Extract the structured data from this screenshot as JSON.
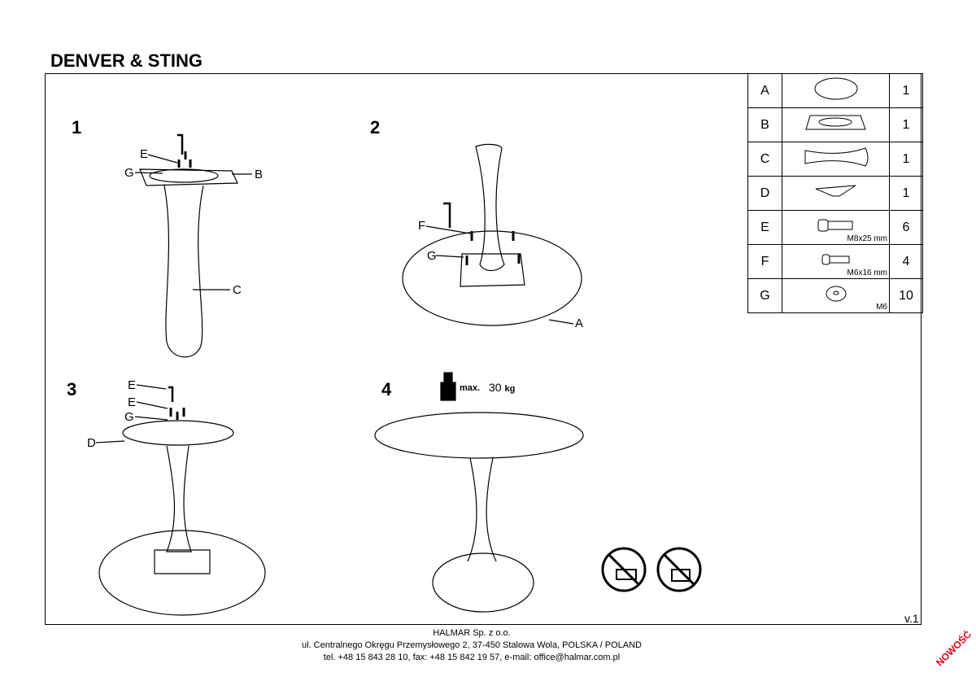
{
  "title": "DENVER & STING",
  "steps": [
    "1",
    "2",
    "3",
    "4"
  ],
  "labels": {
    "s1": [
      "E",
      "G",
      "B",
      "C"
    ],
    "s2": [
      "F",
      "G",
      "A"
    ],
    "s3": [
      "E",
      "E",
      "G",
      "D"
    ]
  },
  "load": {
    "max": "max.",
    "value": "30",
    "unit": "kg"
  },
  "parts": [
    {
      "letter": "A",
      "qty": "1",
      "size": ""
    },
    {
      "letter": "B",
      "qty": "1",
      "size": ""
    },
    {
      "letter": "C",
      "qty": "1",
      "size": ""
    },
    {
      "letter": "D",
      "qty": "1",
      "size": ""
    },
    {
      "letter": "E",
      "qty": "6",
      "size": "M8x25 mm"
    },
    {
      "letter": "F",
      "qty": "4",
      "size": "M6x16 mm"
    },
    {
      "letter": "G",
      "qty": "10",
      "size": "M6"
    }
  ],
  "version": "v.1",
  "footer": [
    "HALMAR Sp. z o.o.",
    "ul. Centralnego Okręgu Przemysłowego 2, 37-450 Stalowa Wola, POLSKA / POLAND",
    "tel. +48 15 843 28 10, fax: +48 15 842 19 57, e-mail: office@halmar.com.pl"
  ],
  "badge": "NOWOŚĆ"
}
